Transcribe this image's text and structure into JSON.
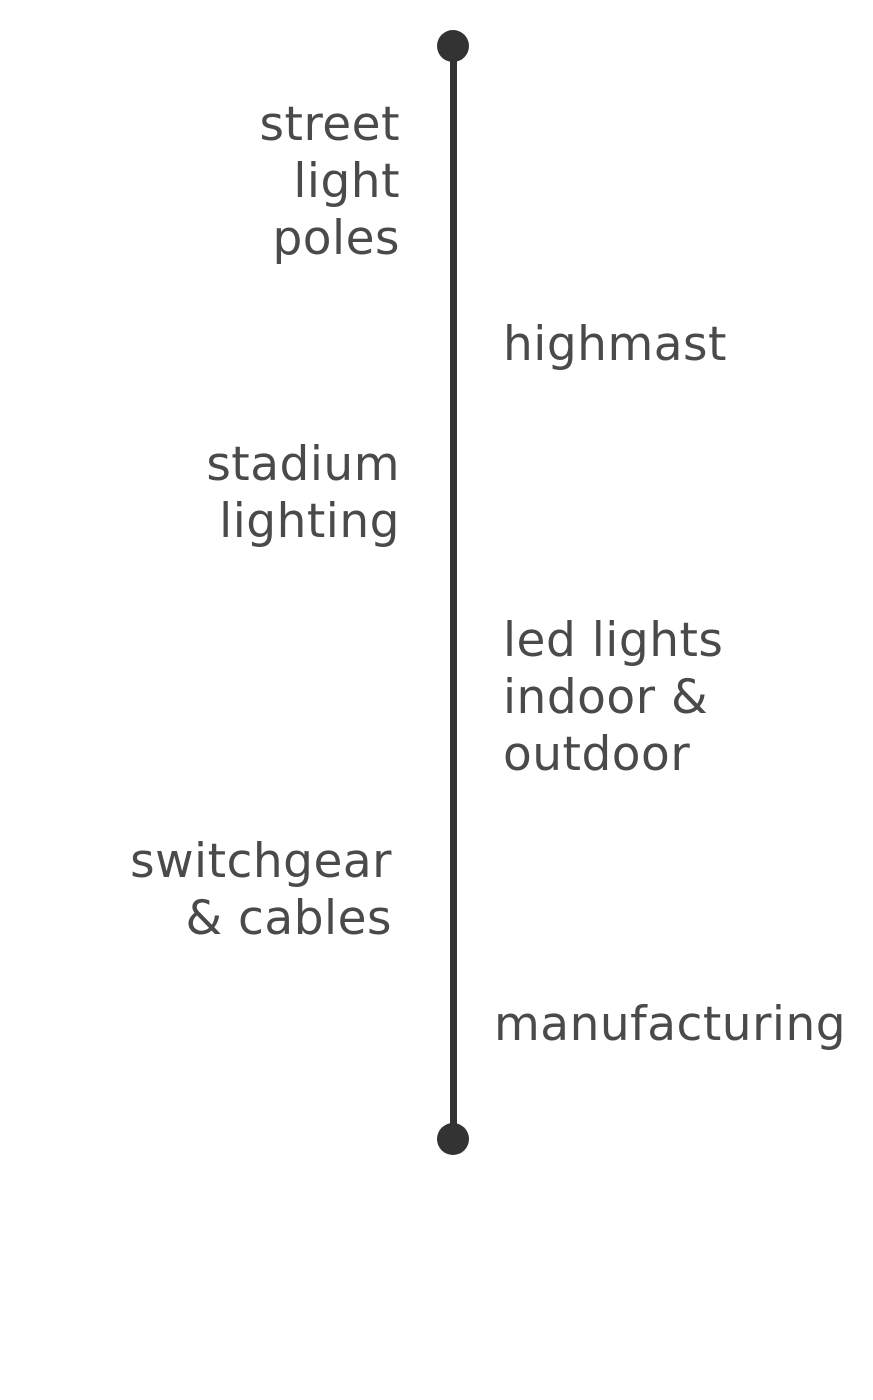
{
  "timeline": {
    "items": [
      {
        "label": "street\nlight\npoles",
        "side": "left"
      },
      {
        "label": "highmast",
        "side": "right"
      },
      {
        "label": "stadium\nlighting",
        "side": "left"
      },
      {
        "label": "led lights\nindoor &\noutdoor",
        "side": "right"
      },
      {
        "label": "switchgear\n& cables",
        "side": "left"
      },
      {
        "label": "manufacturing",
        "side": "right"
      }
    ],
    "colors": {
      "line": "#333333",
      "text": "#4a4a4a",
      "background": "#ffffff"
    }
  }
}
